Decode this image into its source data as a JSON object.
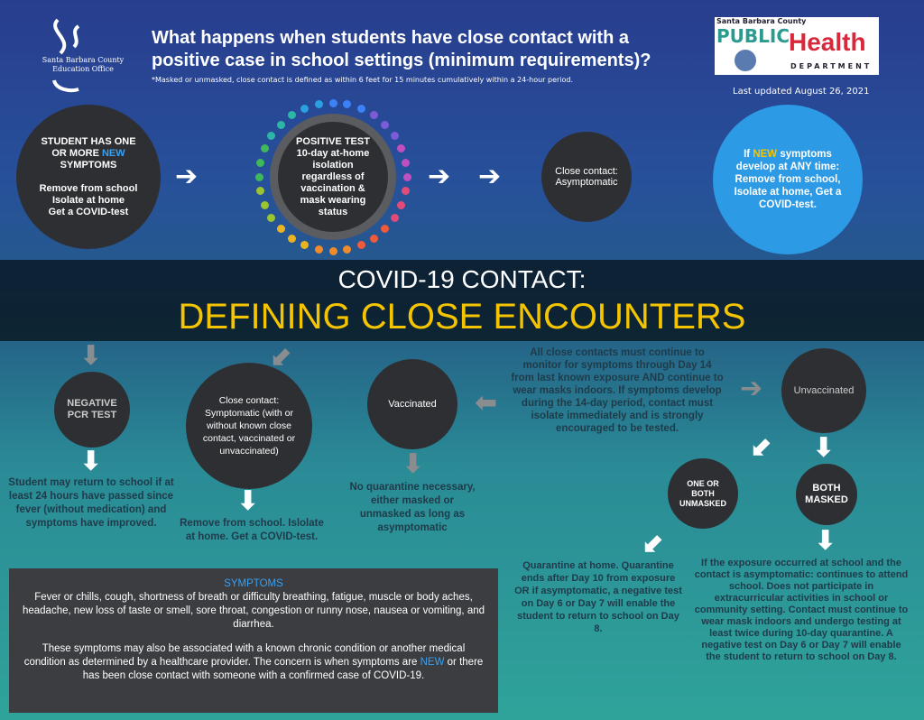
{
  "header": {
    "org_left": "Santa Barbara County Education Office",
    "title_line1": "What happens when students have close contact with a",
    "title_line2": "positive case in school settings (minimum requirements)?",
    "footnote": "*Masked or unmasked, close contact is defined as within 6 feet for 15 minutes cumulatively within a 24-hour period.",
    "logo_right": {
      "county": "Santa Barbara County",
      "public": "PUBLIC",
      "health": "Health",
      "dept": "DEPARTMENT"
    },
    "last_updated": "Last updated August 26, 2021"
  },
  "colors": {
    "blue_top": "#283d8e",
    "teal_bottom": "#2fa39a",
    "new_highlight": "#3aa0f0",
    "health_red": "#d8283c",
    "title_yellow": "#f5c400"
  },
  "nodes": {
    "student_symptoms": {
      "l1": "STUDENT HAS ONE",
      "l2a": "OR MORE ",
      "l2new": "NEW",
      "l3": "SYMPTOMS",
      "l4": "Remove from school",
      "l5": "Isolate at home",
      "l6": "Get a COVID-test"
    },
    "positive_test": {
      "l1": "POSITIVE TEST",
      "l2": "10-day at-home isolation regardless of vaccination & mask wearing status"
    },
    "close_asym": "Close contact: Asymptomatic",
    "new_symptoms": {
      "a": "If ",
      "new": "NEW",
      "b": " symptoms develop at ANY time: Remove from school, Isolate at home, Get a COVID-test."
    },
    "monitor": "All close contacts must continue to monitor for symptoms through Day 14 from last known exposure AND continue to wear masks indoors. If symptoms develop during the 14-day period, contact must isolate immediately and is strongly encouraged to be tested.",
    "vaccinated": "Vaccinated",
    "unvaccinated": "Unvaccinated",
    "close_sym": "Close contact: Symptomatic (with or without known close contact, vaccinated or unvaccinated)",
    "negative_pcr": "NEGATIVE PCR TEST",
    "one_unmasked": "ONE OR BOTH UNMASKED",
    "both_masked": "BOTH MASKED"
  },
  "outcomes": {
    "return_school": "Student may return to school if at least 24 hours have passed since fever (without medication) and symptoms have improved.",
    "remove_school": "Remove from school. Islolate at home. Get a COVID-test.",
    "no_quarantine": "No quarantine necessary, either masked or unmasked as long as asymptomatic",
    "quarantine_home": "Quarantine at home. Quarantine ends after Day 10 from exposure OR if asymptomatic, a negative test on Day 6 or Day 7 will enable the student to return to school on Day 8.",
    "masked_school": "If the exposure occurred at school and the contact is asymptomatic: continues to attend school. Does not participate in extracurricular activities in school or community setting. Contact must continue to wear mask indoors and undergo testing at least twice during 10-day quarantine. A negative test on Day 6 or Day 7 will enable the student to return to school on Day 8."
  },
  "symptoms": {
    "heading": "SYMPTOMS",
    "p1": "Fever or chills, cough, shortness of breath or difficulty breathing, fatigue, muscle or body aches, headache, new loss of taste or smell, sore throat, congestion or runny nose, nausea or vomiting, and diarrhea.",
    "p2a": "These symptoms may also be associated with a known chronic condition or another medical condition as determined by a healthcare provider. The concern is when symptoms are ",
    "p2new": "NEW",
    "p2b": " or there has been close contact with someone with a confirmed case of COVID-19."
  },
  "overlay": {
    "line1": "COVID-19 CONTACT:",
    "line2": "DEFINING CLOSE ENCOUNTERS"
  }
}
